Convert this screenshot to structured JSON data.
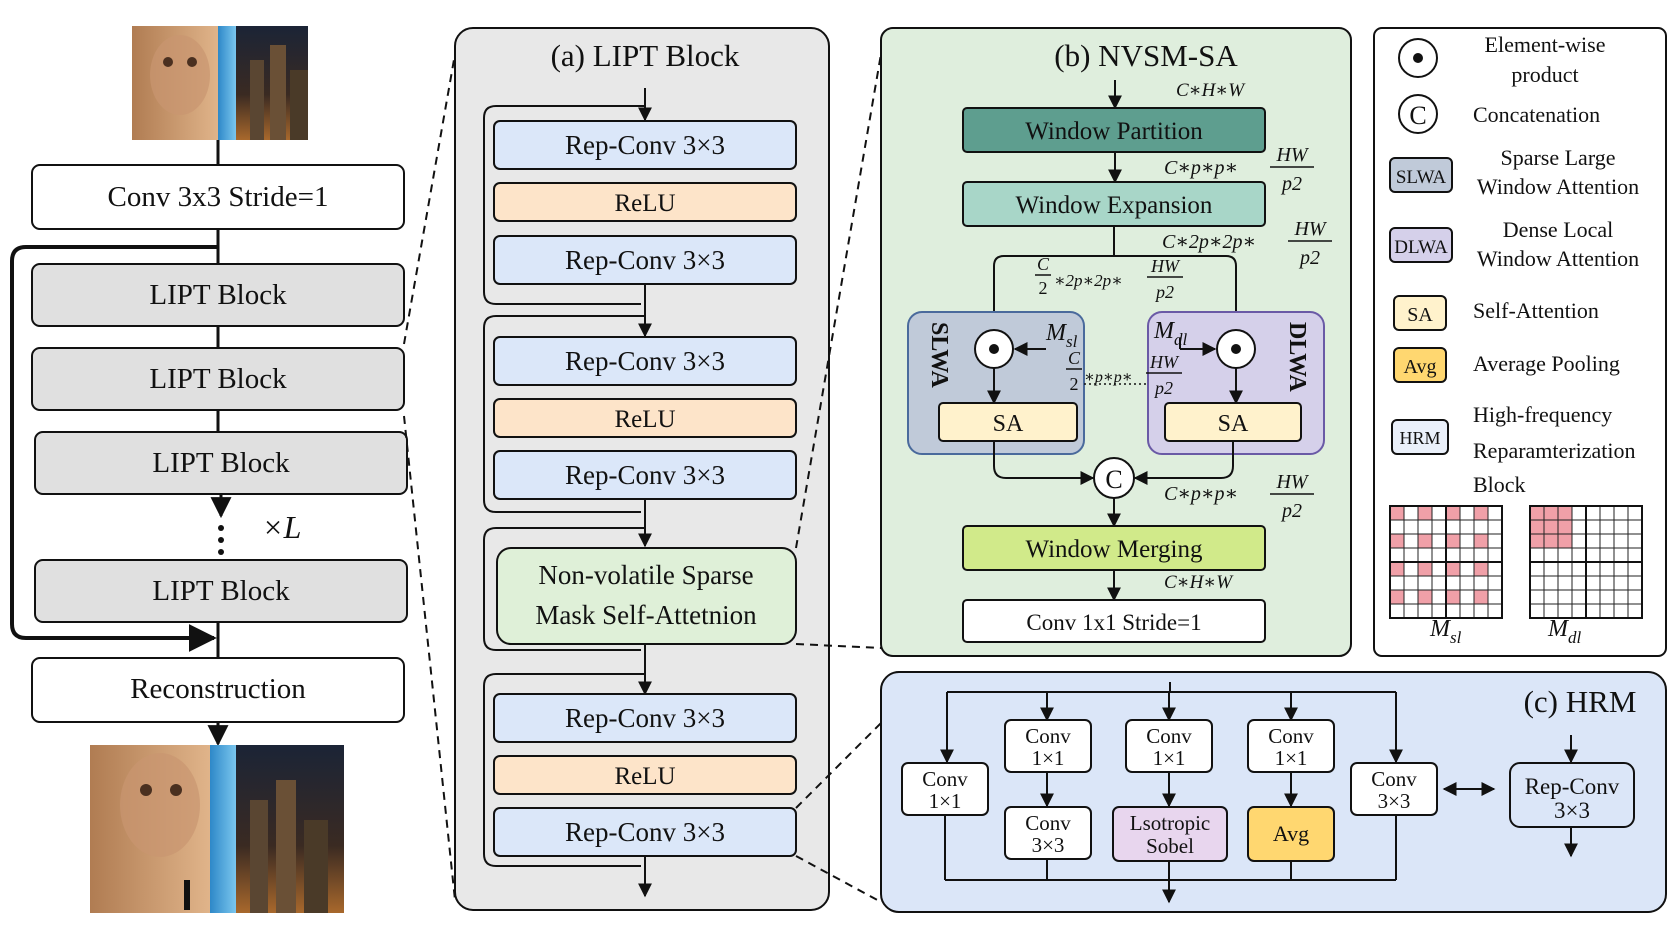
{
  "left": {
    "conv": "Conv 3x3 Stride=1",
    "blocks": [
      "LIPT Block",
      "LIPT Block",
      "LIPT Block",
      "LIPT Block"
    ],
    "repeat": "×L",
    "recon": "Reconstruction"
  },
  "lipt": {
    "title": "(a) LIPT Block",
    "rep": "Rep-Conv 3×3",
    "relu": "ReLU",
    "nvsm_1": "Non-volatile Sparse",
    "nvsm_2": "Mask  Self-Attetnion"
  },
  "nvsm": {
    "title": "(b) NVSM-SA",
    "partition": "Window Partition",
    "expansion": "Window Expansion",
    "merging": "Window Merging",
    "conv": "Conv 1x1 Stride=1",
    "slwa_label": "SLWA",
    "dlwa_label": "DLWA",
    "sa": "SA",
    "concat": "C",
    "m_sl": "M",
    "m_sl_sub": "sl",
    "m_dl": "M",
    "m_dl_sub": "dl",
    "dim_chw": "C∗H∗W",
    "dim_cpp": "C∗p∗p∗",
    "dim_c2p": "C∗2p∗2p∗",
    "dim_half_2p": "∗2p∗2p∗",
    "dim_half_p": "∗p∗p∗",
    "frac_c": "C",
    "frac_2": "2",
    "frac_hw": "HW",
    "frac_p2": "p2"
  },
  "legend": {
    "product_1": "Element-wise",
    "product_2": "product",
    "concat_symbol": "C",
    "concat": "Concatenation",
    "slwa_tag": "SLWA",
    "slwa_1": "Sparse Large",
    "slwa_2": "Window Attention",
    "dlwa_tag": "DLWA",
    "dlwa_1": "Dense Local",
    "dlwa_2": "Window Attention",
    "sa_tag": "SA",
    "sa": "Self-Attention",
    "avg_tag": "Avg",
    "avg": "Average Pooling",
    "hrm_tag": "HRM",
    "hrm_1": "High-frequency",
    "hrm_2": "Reparamterization",
    "hrm_3": "Block",
    "m_sl": "M",
    "m_sl_sub": "sl",
    "m_dl": "M",
    "m_dl_sub": "dl"
  },
  "hrm": {
    "title": "(c) HRM",
    "conv": "Conv",
    "k1": "1×1",
    "k3": "3×3",
    "sobel_1": "Lsotropic",
    "sobel_2": "Sobel",
    "avg": "Avg",
    "rep_1": "Rep-Conv",
    "rep_2": "3×3",
    "arrow": "←→"
  },
  "colors": {
    "panel_gray": "#e8e8e8",
    "panel_green": "#dfeedd",
    "panel_blue": "#dbe6f8",
    "rep_conv": "#dbe7f9",
    "relu": "#fde4c9",
    "nvsm_block": "#dff0d8",
    "partition": "#5e9e8f",
    "expansion": "#a8d6c8",
    "merging": "#d1ea8a",
    "slwa": "#c0cad9",
    "dlwa": "#d5d0ea",
    "sa": "#fff2cc",
    "avg": "#ffd770",
    "sobel": "#e8d6ee",
    "mask_red": "#f0a0a8"
  }
}
